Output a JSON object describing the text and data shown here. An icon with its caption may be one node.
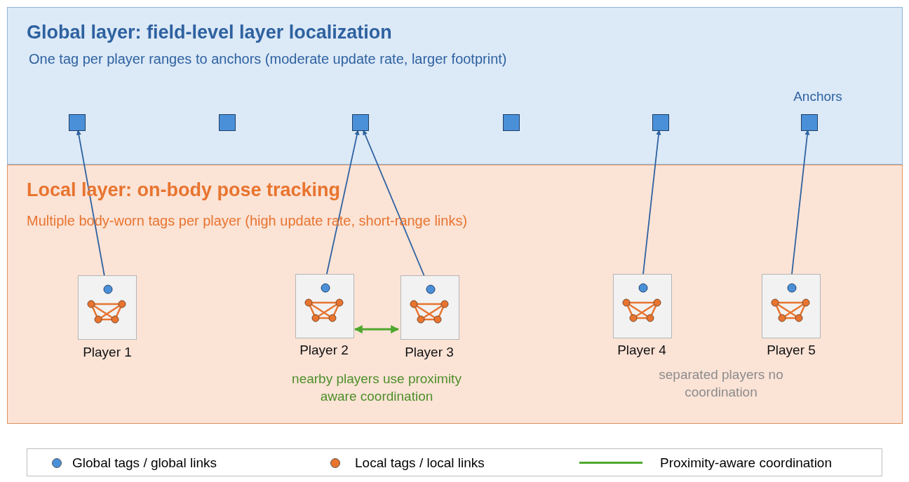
{
  "diagram": {
    "nodes": [
      {
        "text": [
          "Global layer: field-level layer localization",
          "One tag per player ranges to anchors (moderate update rate, larger footprint)"
        ]
      },
      {
        "text": [
          "Local layer: on-body pose tracking",
          "Multiple body-worn tags per player (high update rate, short-range links)"
        ]
      },
      {
        "text": [],
        "shape": "box",
        "in": 0
      },
      {
        "text": [],
        "shape": "box",
        "in": 0
      },
      {
        "text": [],
        "shape": "box",
        "in": 0
      },
      {
        "text": [],
        "shape": "box",
        "in": 0
      },
      {
        "text": [],
        "shape": "box",
        "in": 0
      },
      {
        "text": [],
        "shape": "box",
        "in": 0
      },
      {
        "text": [
          "Player 1"
        ],
        "in": 1
      },
      {
        "text": [
          "Player 2"
        ],
        "in": 1
      },
      {
        "text": [
          "Player 3"
        ],
        "in": 1
      },
      {
        "text": [
          "Player 4"
        ],
        "in": 1
      },
      {
        "text": [
          "Player 5"
        ],
        "in": 1
      }
    ],
    "edges": [
      {
        "from": 8,
        "to": 2,
        "arrow": "to"
      },
      {
        "from": 9,
        "to": 4,
        "arrow": "to"
      },
      {
        "from": 10,
        "to": 4,
        "arrow": "to"
      },
      {
        "from": 11,
        "to": 6,
        "arrow": "to"
      },
      {
        "from": 12,
        "to": 7,
        "arrow": "to"
      },
      {
        "from": 9,
        "to": 10,
        "arrow": "both",
        "color": "#4ea72e"
      }
    ],
    "labels": [
      "Anchors",
      "nearby players use proximity aware coordination",
      "separated players no coordination"
    ],
    "legend": [
      {
        "text": "Global tags / global links",
        "color": "#4a90d9"
      },
      {
        "text": "Local tags / local links",
        "color": "#e8742f"
      },
      {
        "text": "Proximity-aware coordination"
      }
    ]
  }
}
